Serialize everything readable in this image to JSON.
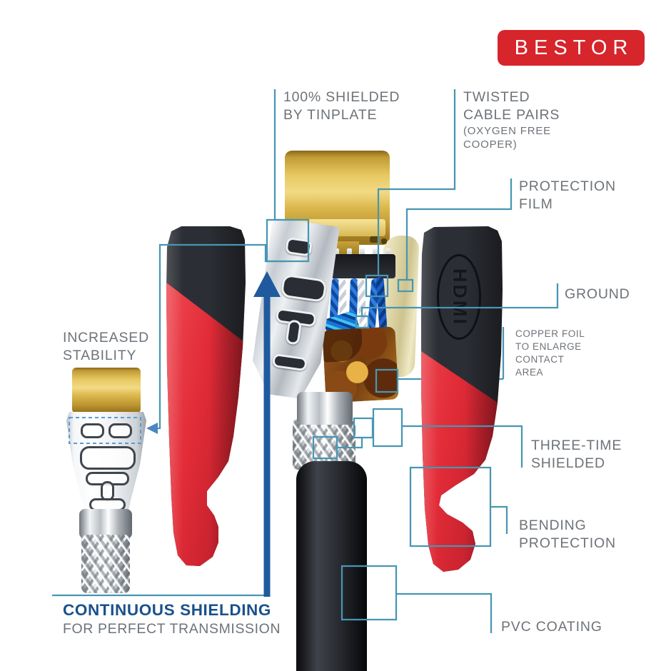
{
  "brand": {
    "name": "BESTOR",
    "bg_color": "#d6252b",
    "text_color": "#ffffff"
  },
  "connector_logo": "HDMI",
  "callouts": {
    "shielded_by_tinplate": "100% SHIELDED\nBY TINPLATE",
    "twisted_cable_pairs": "TWISTED\nCABLE PAIRS",
    "twisted_cable_pairs_sub": "(OXYGEN FREE\nCOOPER)",
    "protection_film": "PROTECTION\nFILM",
    "ground": "GROUND",
    "copper_foil": "COPPER FOIL\nTO ENLARGE\nCONTACT\nAREA",
    "three_time_shielded": "THREE-TIME\nSHIELDED",
    "bending_protection": "BENDING\nPROTECTION",
    "pvc_coating": "PVC COATING",
    "increased_stability": "INCREASED\nSTABILITY"
  },
  "footer": {
    "title": "CONTINUOUS SHIELDING",
    "subtitle": "FOR PERFECT TRANSMISSION"
  },
  "icons": {
    "continuous_arrow": "up-arrow",
    "stability_arrow": "left-arrow"
  },
  "colors": {
    "accent_teal": "#4796b3",
    "arrow_blue": "#1f5a9e",
    "dashed_blue": "#5b9bd5",
    "brand_red": "#d6252b",
    "heading_navy": "#19518b",
    "label_gray": "#6e7379"
  }
}
